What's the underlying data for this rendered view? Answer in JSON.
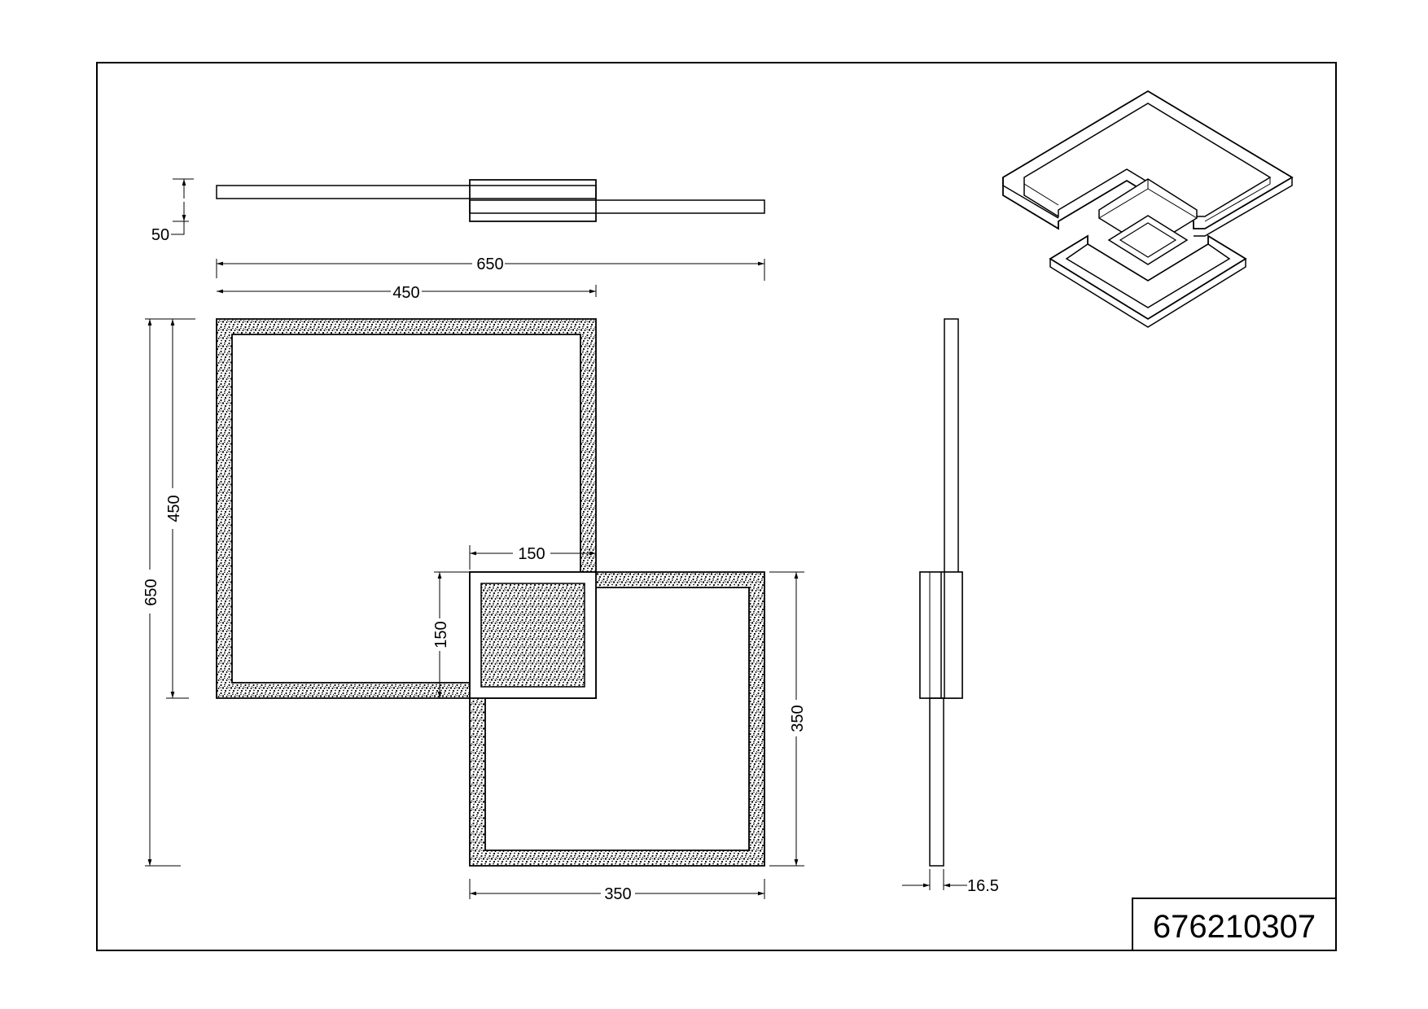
{
  "dimensions": {
    "height_side": "50",
    "width_total": "650",
    "width_upper": "450",
    "height_total": "650",
    "height_upper": "450",
    "center_width": "150",
    "center_height": "150",
    "lower_height": "350",
    "lower_width": "350",
    "depth": "16.5"
  },
  "article_number": "676210307"
}
